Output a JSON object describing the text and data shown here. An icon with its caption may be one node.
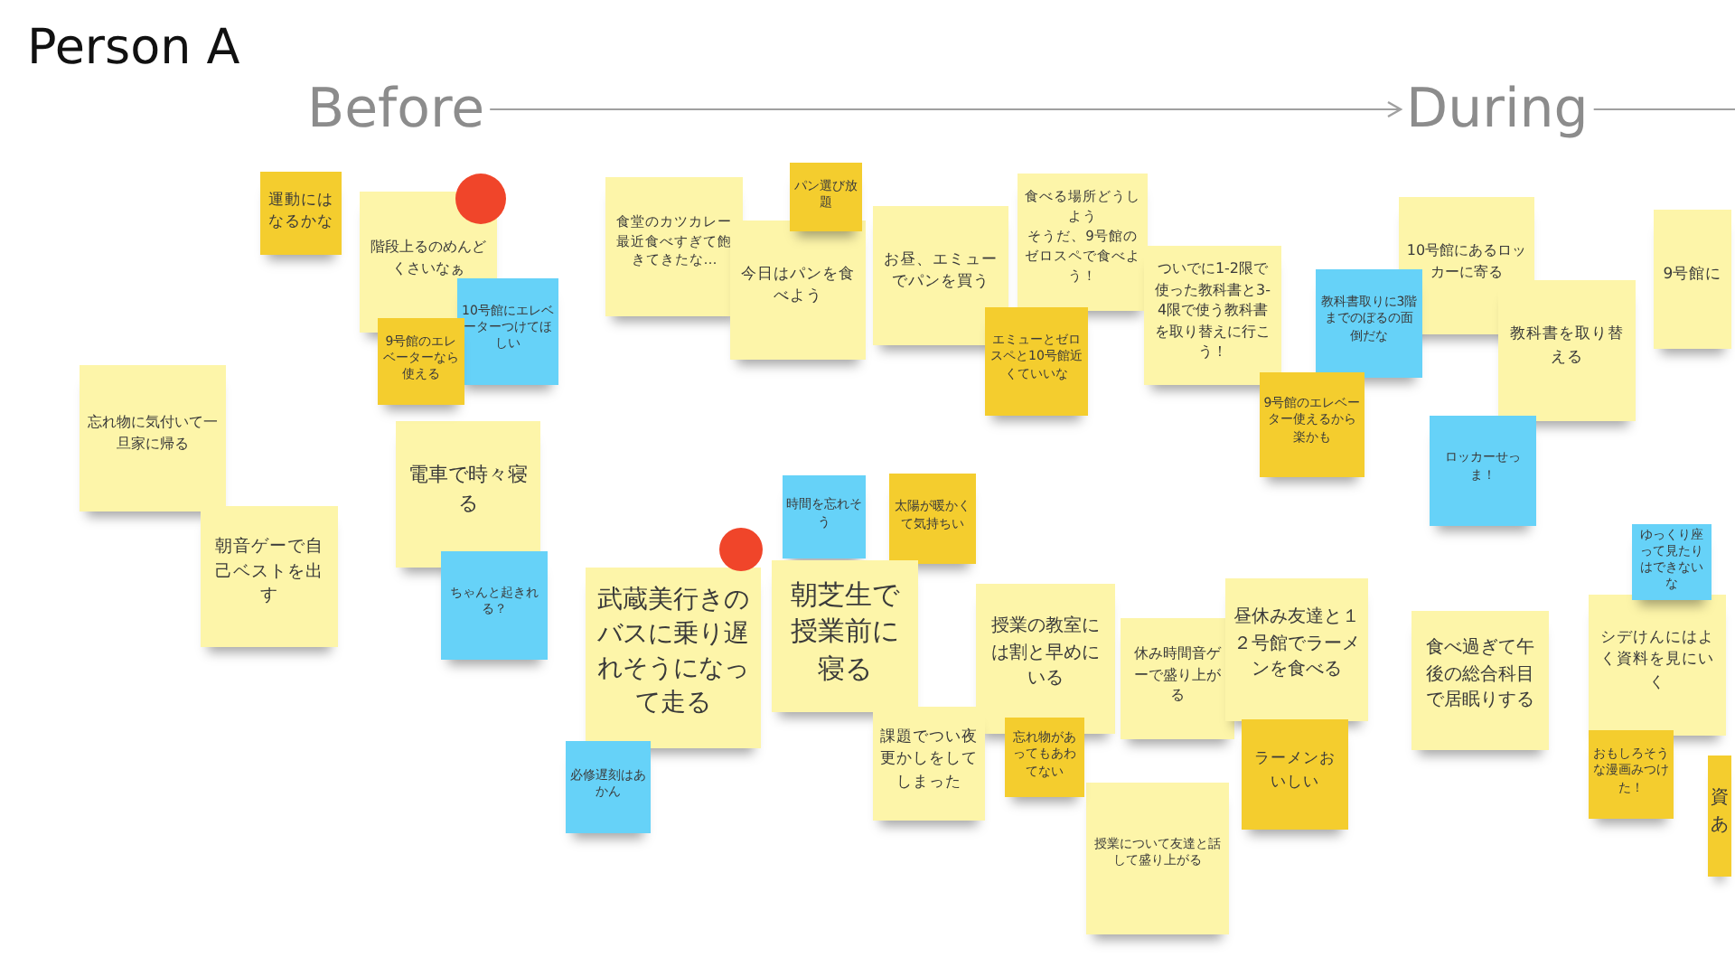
{
  "diagram": {
    "title": "Person A",
    "nodes": [
      {
        "text": [
          "Before"
        ]
      },
      {
        "text": [
          "During"
        ]
      },
      {
        "text": [
          "運動にはなるかな"
        ]
      },
      {
        "text": [
          "階段上るのめんどくさいなぁ"
        ]
      },
      {
        "text": [
          "10号館にエレベーターつけてほしい"
        ]
      },
      {
        "text": [
          "9号館のエレベーターなら使える"
        ]
      },
      {
        "text": [
          "忘れ物に気付いて一旦家に帰る"
        ]
      },
      {
        "text": [
          "電車で時々寝る"
        ]
      },
      {
        "text": [
          "朝音ゲーで自己ベストを出す"
        ]
      },
      {
        "text": [
          "ちゃんと起きれる？"
        ]
      },
      {
        "text": [
          "食堂のカツカレー最近食べすぎて飽きてきたな…"
        ]
      },
      {
        "text": [
          "今日はパンを食べよう"
        ]
      },
      {
        "text": [
          "パン選び放題"
        ]
      },
      {
        "text": [
          "お昼、エミューでパンを買う"
        ]
      },
      {
        "text": [
          "食べる場所どうしよう",
          "そうだ、9号館のゼロスペで食べよう！"
        ]
      },
      {
        "text": [
          "エミューとゼロスペと10号館近くていいな"
        ]
      },
      {
        "text": [
          "ついでに1-2限で使った教科書と3-4限で使う教科書を取り替えに行こう！"
        ]
      },
      {
        "text": [
          "教科書取りに3階までのぼるの面倒だな"
        ]
      },
      {
        "text": [
          "9号館のエレベーター使えるから楽かも"
        ]
      },
      {
        "text": [
          "10号館にあるロッカーに寄る"
        ]
      },
      {
        "text": [
          "教科書を取り替える"
        ]
      },
      {
        "text": [
          "ロッカーせっま！"
        ]
      },
      {
        "text": [
          "9号館に"
        ]
      },
      {
        "text": [
          "時間を忘れそう"
        ]
      },
      {
        "text": [
          "太陽が暖かくて気持ちい"
        ]
      },
      {
        "text": [
          "武蔵美行きのバスに乗り遅れそうになって走る"
        ]
      },
      {
        "text": [
          "朝芝生で授業前に寝る"
        ]
      },
      {
        "text": [
          "課題でつい夜更かしをしてしまった"
        ]
      },
      {
        "text": [
          "必修遅刻はあかん"
        ]
      },
      {
        "text": [
          "授業の教室には割と早めにいる"
        ]
      },
      {
        "text": [
          "忘れ物があってもあわてない"
        ]
      },
      {
        "text": [
          "休み時間音ゲーで盛り上がる"
        ]
      },
      {
        "text": [
          "昼休み友達と１２号館でラーメンを食べる"
        ]
      },
      {
        "text": [
          "ラーメンおいしい"
        ]
      },
      {
        "text": [
          "授業について友達と話して盛り上がる"
        ]
      },
      {
        "text": [
          "食べ過ぎて午後の総合科目で居眠りする"
        ]
      },
      {
        "text": [
          "ゆっくり座って見たりはできないな"
        ]
      },
      {
        "text": [
          "シデけんにはよく資料を見にいく"
        ]
      },
      {
        "text": [
          "おもしろそうな漫画みつけた！"
        ]
      },
      {
        "text": [
          "資あ"
        ]
      }
    ],
    "edges": [
      {
        "from": 0,
        "to": 1,
        "arrow": "to"
      },
      {
        "from": 1,
        "to": null,
        "arrow": "none"
      }
    ]
  }
}
